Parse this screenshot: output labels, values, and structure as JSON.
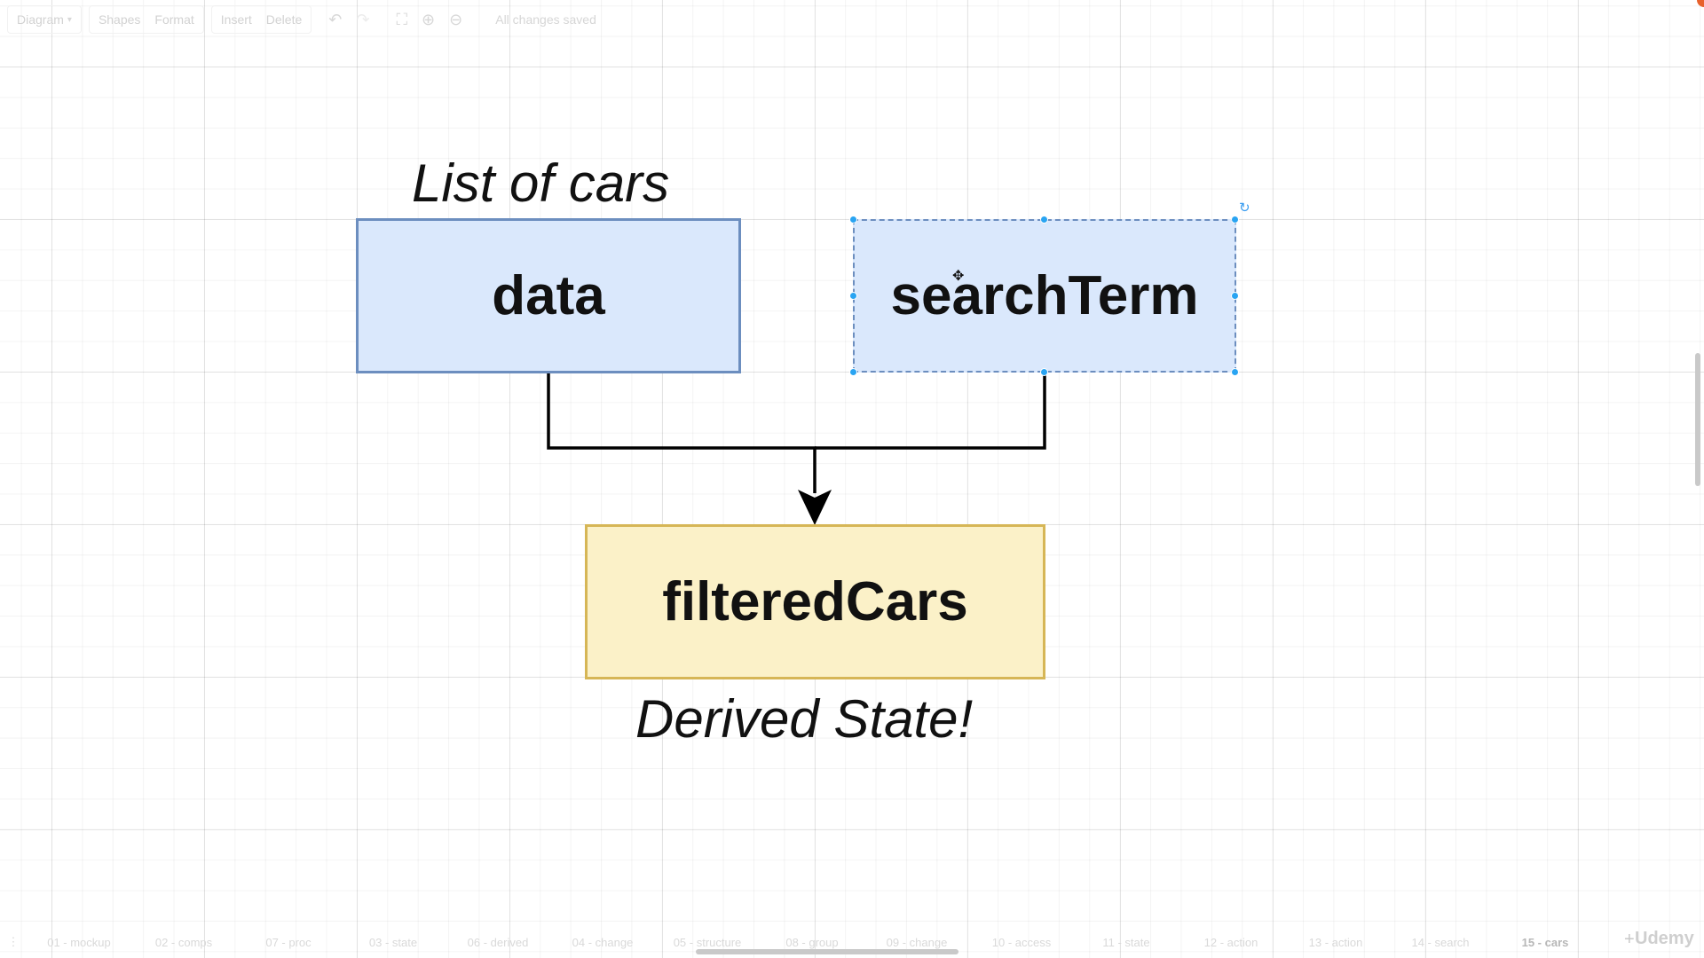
{
  "toolbar": {
    "diagram_menu": "Diagram",
    "shapes": "Shapes",
    "format": "Format",
    "insert": "Insert",
    "delete": "Delete",
    "status": "All changes saved"
  },
  "diagram": {
    "top_label": "List of cars",
    "box_data": "data",
    "box_search": "searchTerm",
    "box_filtered": "filteredCars",
    "bottom_label": "Derived State!"
  },
  "colors": {
    "blue_fill": "#dae8fc",
    "blue_stroke": "#6c8ebf",
    "yellow_fill": "#fbf1c8",
    "yellow_stroke": "#d6b656",
    "selection_handle": "#29a4f2"
  },
  "pages": [
    "01 - mockup",
    "02 - comps",
    "07 - proc",
    "03 - state",
    "06 - derived",
    "04 - change",
    "05 - structure",
    "08 - group",
    "09 - change",
    "10 - access",
    "11 - state",
    "12 - action",
    "13 - action",
    "14 - search",
    "15 - cars"
  ],
  "active_page": "15 - cars",
  "watermark": "Udemy",
  "icons": [
    "undo-icon",
    "redo-icon",
    "fullscreen-icon",
    "zoom-in-icon",
    "zoom-out-icon",
    "move-cursor-icon",
    "rotate-icon",
    "add-page-icon"
  ]
}
